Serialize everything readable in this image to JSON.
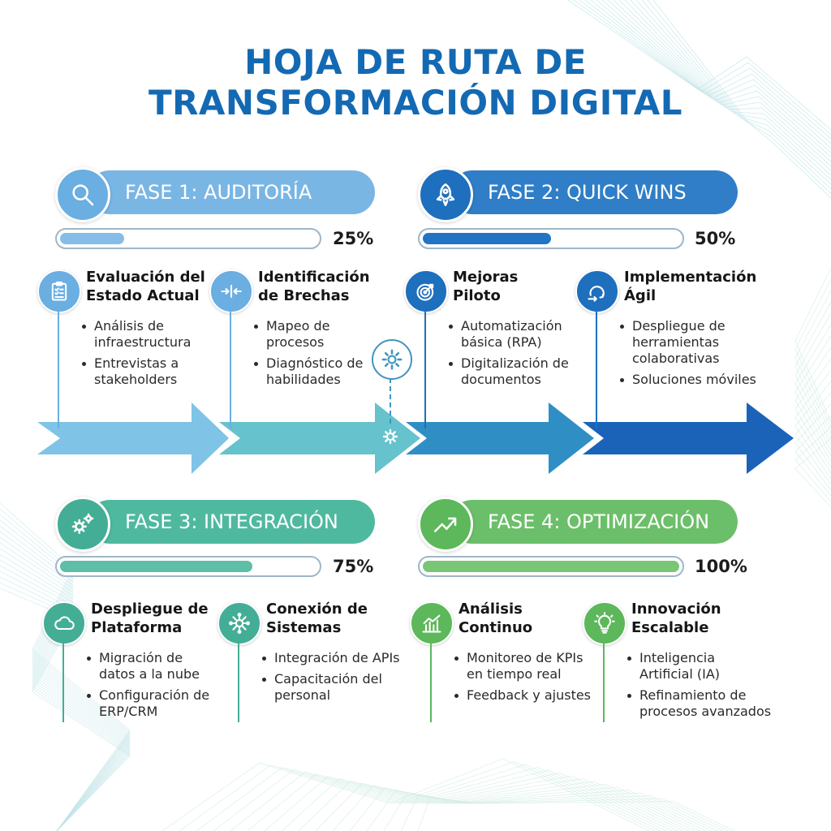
{
  "title": {
    "line1": "HOJA DE RUTA DE",
    "line2": "TRANSFORMACIÓN DIGITAL"
  },
  "phases": [
    {
      "label": "FASE 1: AUDITORÍA",
      "percent_label": "25%",
      "progress": 0.25,
      "icon": "magnifier-icon",
      "color": "#7ab6e4",
      "circle_color": "#6aaee2",
      "fill_color": "#86bde8",
      "items": [
        {
          "title": [
            "Evaluación del",
            "Estado Actual"
          ],
          "icon": "clipboard-icon",
          "bullets": [
            [
              "Análisis de",
              "infraestructura"
            ],
            [
              "Entrevistas a",
              "stakeholders"
            ]
          ]
        },
        {
          "title": [
            "Identificación",
            "de Brechas"
          ],
          "icon": "converge-icon",
          "bullets": [
            [
              "Mapeo de",
              "procesos"
            ],
            [
              "Diagnóstico de",
              "habilidades"
            ]
          ]
        }
      ]
    },
    {
      "label": "FASE 2: QUICK WINS",
      "percent_label": "50%",
      "progress": 0.5,
      "icon": "rocket-icon",
      "color": "#2f7ec7",
      "circle_color": "#1e6fbd",
      "fill_color": "#2275c4",
      "items": [
        {
          "title": [
            "Mejoras",
            "Piloto"
          ],
          "icon": "target-icon",
          "bullets": [
            [
              "Automatización",
              "básica (RPA)"
            ],
            [
              "Digitalización de",
              "documentos"
            ]
          ]
        },
        {
          "title": [
            "Implementación",
            "Ágil"
          ],
          "icon": "agile-cycle-icon",
          "bullets": [
            [
              "Despliegue de",
              "herramientas",
              "colaborativas"
            ],
            [
              "Soluciones móviles"
            ]
          ]
        }
      ]
    },
    {
      "label": "FASE 3: INTEGRACIÓN",
      "percent_label": "75%",
      "progress": 0.75,
      "icon": "gears-icon",
      "color": "#4fb9a0",
      "circle_color": "#43ae95",
      "fill_color": "#5cbfa6",
      "items": [
        {
          "title": [
            "Despliegue de",
            "Plataforma"
          ],
          "icon": "cloud-icon",
          "bullets": [
            [
              "Migración de",
              "datos a la nube"
            ],
            [
              "Configuración de",
              "ERP/CRM"
            ]
          ]
        },
        {
          "title": [
            "Conexión de",
            "Sistemas"
          ],
          "icon": "network-icon",
          "bullets": [
            [
              "Integración de APIs"
            ],
            [
              "Capacitación del",
              "personal"
            ]
          ]
        }
      ]
    },
    {
      "label": "FASE 4: OPTIMIZACIÓN",
      "percent_label": "100%",
      "progress": 1.0,
      "icon": "trend-up-icon",
      "color": "#6cbf6a",
      "circle_color": "#5cb85a",
      "fill_color": "#7ac677",
      "items": [
        {
          "title": [
            "Análisis",
            "Continuo"
          ],
          "icon": "bar-chart-icon",
          "bullets": [
            [
              "Monitoreo de KPIs",
              "en tiempo real"
            ],
            [
              "Feedback y ajustes"
            ]
          ]
        },
        {
          "title": [
            "Innovación",
            "Escalable"
          ],
          "icon": "lightbulb-icon",
          "bullets": [
            [
              "Inteligencia",
              "Artificial (IA)"
            ],
            [
              "Refinamiento de",
              "procesos avanzados"
            ]
          ]
        }
      ]
    }
  ],
  "timeline_colors": [
    "#7fc3e6",
    "#66c2cc",
    "#2f8fc4",
    "#1a63b8"
  ]
}
